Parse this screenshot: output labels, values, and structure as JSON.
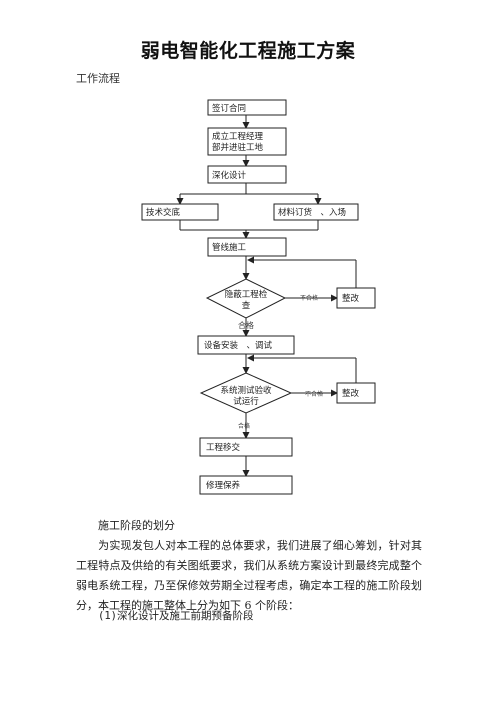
{
  "doc": {
    "title": "弱电智能化工程施工方案",
    "subtitle": "工作流程",
    "section_heading": "施工阶段的划分",
    "body": "为实现发包人对本工程的总体要求，我们进展了细心筹划，针对其工程特点及供给的有关图纸要求，我们从系统方案设计到最终完成整个弱电系统工程，乃至保修效劳期全过程考虑，确定本工程的施工阶段划分，本工程的施工整体上分为如下 6 个阶段：",
    "phase_1": "(1)深化设计及施工前期预备阶段"
  },
  "flow": {
    "sign_contract": "签订合同",
    "setup_line1": "成立工程经理",
    "setup_line2": "部并进驻工地",
    "deep_design": "深化设计",
    "tech_briefing": "技术交底",
    "materials": "材料订货　、入场",
    "pipeline": "管线施工",
    "hidden_check_line1": "隐蔽工程检",
    "hidden_check_line2": "查",
    "fail_1": "不合格",
    "rectify_1": "整改",
    "pass_1": "合格",
    "equip_install": "设备安装　、调试",
    "system_test_line1": "系统测试验收",
    "system_test_line2": "试运行",
    "fail_2": "不合格",
    "rectify_2": "整改",
    "pass_2": "合格",
    "handover": "工程移交",
    "warranty": "修理保养"
  }
}
